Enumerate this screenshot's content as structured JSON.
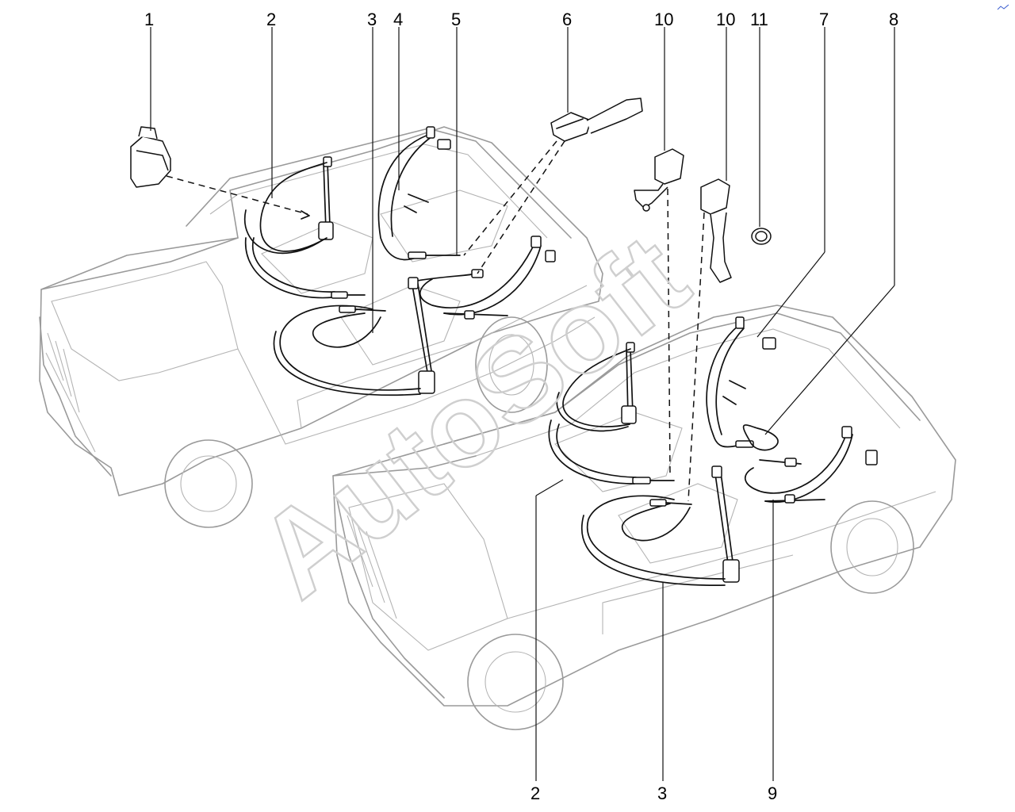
{
  "callouts": {
    "c1": "1",
    "c2_top": "2",
    "c3_top": "3",
    "c4": "4",
    "c5": "5",
    "c6": "6",
    "c10_a": "10",
    "c10_b": "10",
    "c11": "11",
    "c7": "7",
    "c8": "8",
    "c2_bottom": "2",
    "c3_bottom": "3",
    "c9": "9"
  },
  "watermark": "AutoSoft",
  "colors": {
    "line": "#111111",
    "car_outline": "#9a9a9a",
    "watermark": "#cfcfcf"
  }
}
